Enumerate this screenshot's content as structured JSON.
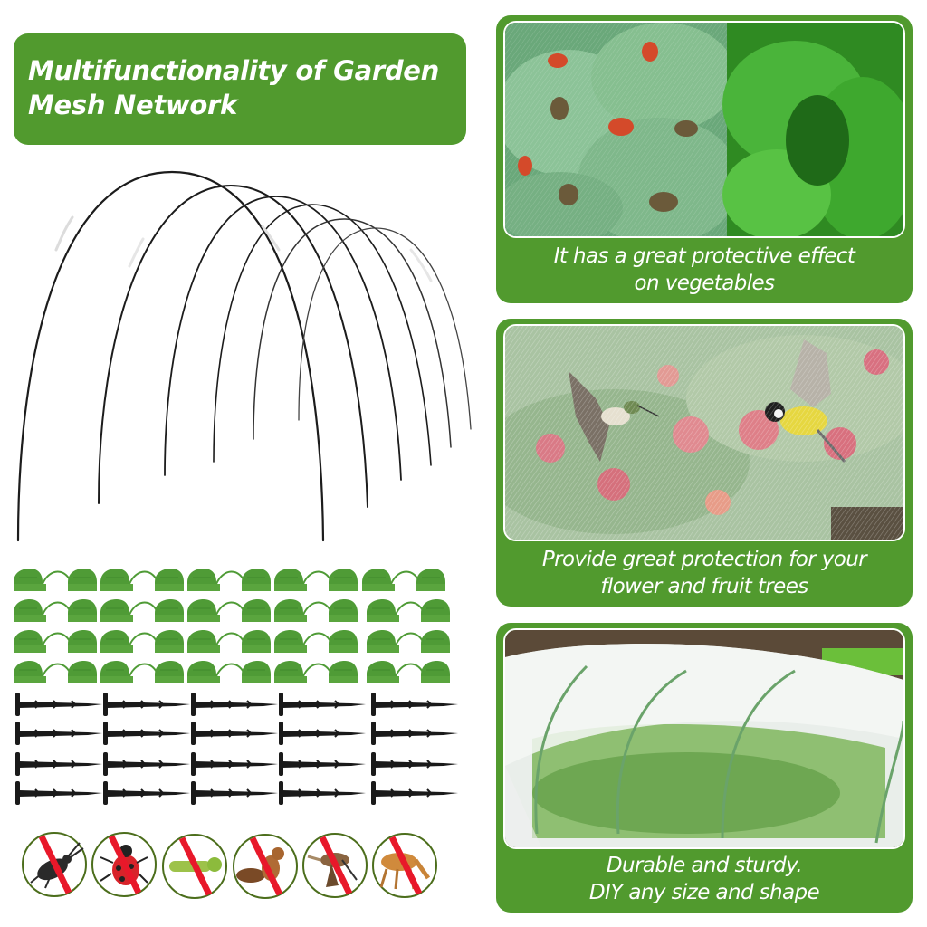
{
  "title": {
    "line1": "Multifunctionality of Garden",
    "line2": "Mesh Network"
  },
  "colors": {
    "brand_green": "#519a2e",
    "caption_text": "#ffffff",
    "prohibition_red": "#e8182a",
    "clip_green": "#4e9a3a",
    "stake_black": "#1a1a1a"
  },
  "product": {
    "hoops": {
      "count": 6,
      "label": "garden-hoops"
    },
    "clips": {
      "rows": 4,
      "columns": 5,
      "label": "net-clips"
    },
    "stakes": {
      "rows": 4,
      "columns": 5,
      "label": "ground-stakes"
    }
  },
  "prohibited": [
    {
      "name": "beetle"
    },
    {
      "name": "ladybug"
    },
    {
      "name": "caterpillar"
    },
    {
      "name": "squirrel"
    },
    {
      "name": "bird"
    },
    {
      "name": "deer"
    }
  ],
  "panels": [
    {
      "image": "cabbage-under-net-with-beetles",
      "caption_line1": "It has a great protective effect",
      "caption_line2": "on vegetables"
    },
    {
      "image": "birds-over-netted-fruit-tree",
      "caption_line1": "Provide great protection for your",
      "caption_line2": "flower and fruit trees"
    },
    {
      "image": "mesh-tunnel-over-garden-bed",
      "caption_line1": "Durable and sturdy.",
      "caption_line2": "DIY any size and shape"
    }
  ]
}
